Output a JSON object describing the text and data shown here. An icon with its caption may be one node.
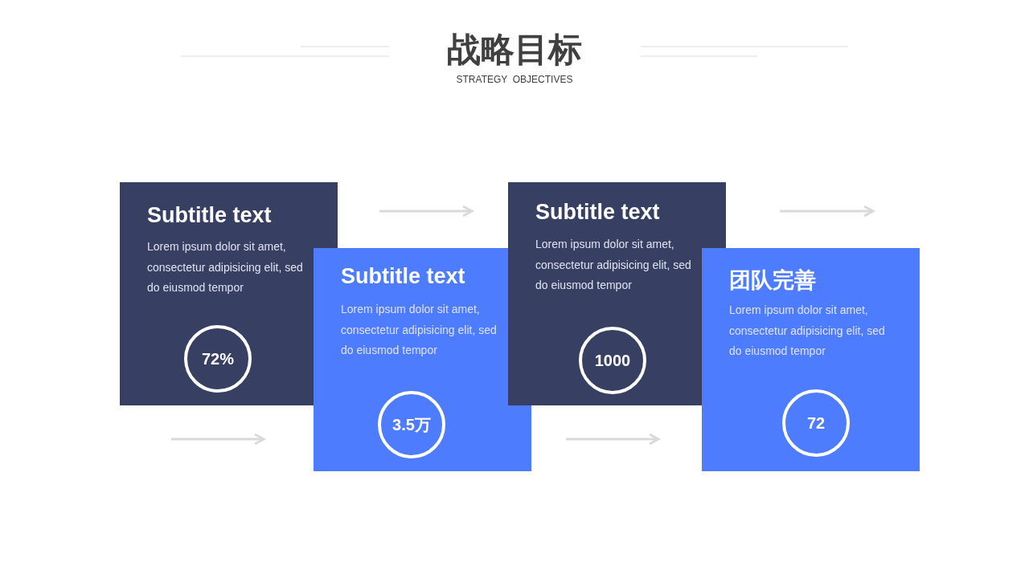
{
  "diagram": {
    "title": "战略目标",
    "nodes": [
      {
        "text": [
          "Subtitle text",
          "Lorem ipsum dolor sit amet, consectetur adipisicing elit, sed do eiusmod tempor"
        ]
      },
      {
        "text": [
          "72%"
        ],
        "in": 0
      },
      {
        "text": [
          "Subtitle text",
          "Lorem ipsum dolor sit amet, consectetur adipisicing elit, sed do eiusmod tempor"
        ]
      },
      {
        "text": [
          "3.5万"
        ],
        "in": 2
      },
      {
        "text": [
          "Subtitle text",
          "Lorem ipsum dolor sit amet, consectetur adipisicing elit, sed do eiusmod tempor"
        ]
      },
      {
        "text": [
          "1000"
        ],
        "in": 4
      },
      {
        "text": [
          "团队完善",
          "Lorem ipsum dolor sit amet, consectetur adipisicing elit, sed do eiusmod tempor"
        ]
      },
      {
        "text": [
          "72"
        ],
        "in": 6
      }
    ],
    "edges": [],
    "labels": [
      "STRATEGY  OBJECTIVES"
    ]
  }
}
